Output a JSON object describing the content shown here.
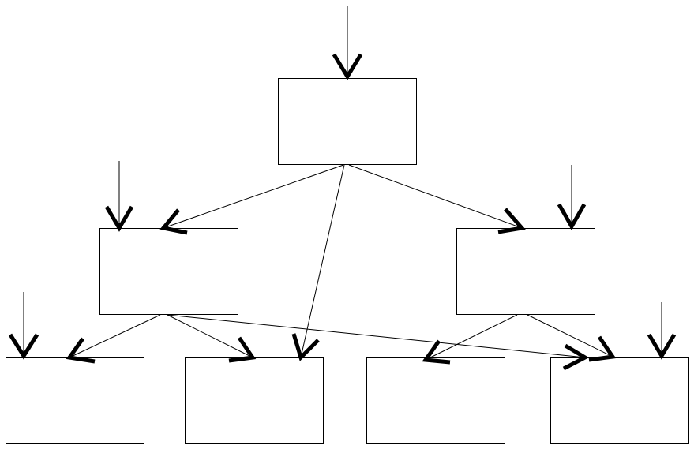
{
  "diagram": {
    "boxes": [
      {
        "id": "root",
        "label": ""
      },
      {
        "id": "mid-left",
        "label": ""
      },
      {
        "id": "mid-right",
        "label": ""
      },
      {
        "id": "leaf-1",
        "label": ""
      },
      {
        "id": "leaf-2",
        "label": ""
      },
      {
        "id": "leaf-3",
        "label": ""
      },
      {
        "id": "leaf-4",
        "label": ""
      }
    ],
    "edges": [
      {
        "from": "external",
        "to": "root"
      },
      {
        "from": "root",
        "to": "mid-left"
      },
      {
        "from": "root",
        "to": "mid-right"
      },
      {
        "from": "root",
        "to": "leaf-2"
      },
      {
        "from": "external",
        "to": "mid-left"
      },
      {
        "from": "external",
        "to": "mid-right"
      },
      {
        "from": "mid-left",
        "to": "leaf-1"
      },
      {
        "from": "mid-left",
        "to": "leaf-2"
      },
      {
        "from": "mid-left",
        "to": "leaf-4"
      },
      {
        "from": "mid-right",
        "to": "leaf-3"
      },
      {
        "from": "mid-right",
        "to": "leaf-4"
      },
      {
        "from": "external",
        "to": "leaf-1"
      },
      {
        "from": "external",
        "to": "leaf-4"
      }
    ],
    "colors": {
      "stroke": "#000000",
      "fill": "#ffffff"
    }
  }
}
